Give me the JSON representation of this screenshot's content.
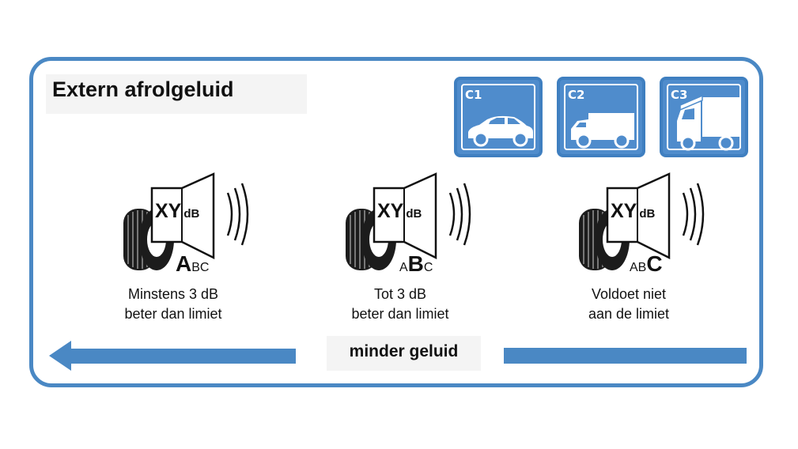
{
  "title": "Extern afrolgeluid",
  "categories": [
    {
      "code": "C1",
      "icon": "car-icon"
    },
    {
      "code": "C2",
      "icon": "van-icon"
    },
    {
      "code": "C3",
      "icon": "truck-icon"
    }
  ],
  "levels": [
    {
      "value": "XY",
      "unit": "dB",
      "grade_pre": "",
      "grade_bold": "A",
      "grade_post": "BC",
      "line1": "Minstens 3 dB",
      "line2": "beter dan limiet"
    },
    {
      "value": "XY",
      "unit": "dB",
      "grade_pre": "A",
      "grade_bold": "B",
      "grade_post": "C",
      "line1": "Tot 3 dB",
      "line2": "beter dan limiet"
    },
    {
      "value": "XY",
      "unit": "dB",
      "grade_pre": "AB",
      "grade_bold": "C",
      "grade_post": "",
      "line1": "Voldoet niet",
      "line2": "aan de limiet"
    }
  ],
  "direction_label": "minder geluid",
  "colors": {
    "accent": "#4a88c4",
    "category_fill": "#4f8ccc"
  }
}
